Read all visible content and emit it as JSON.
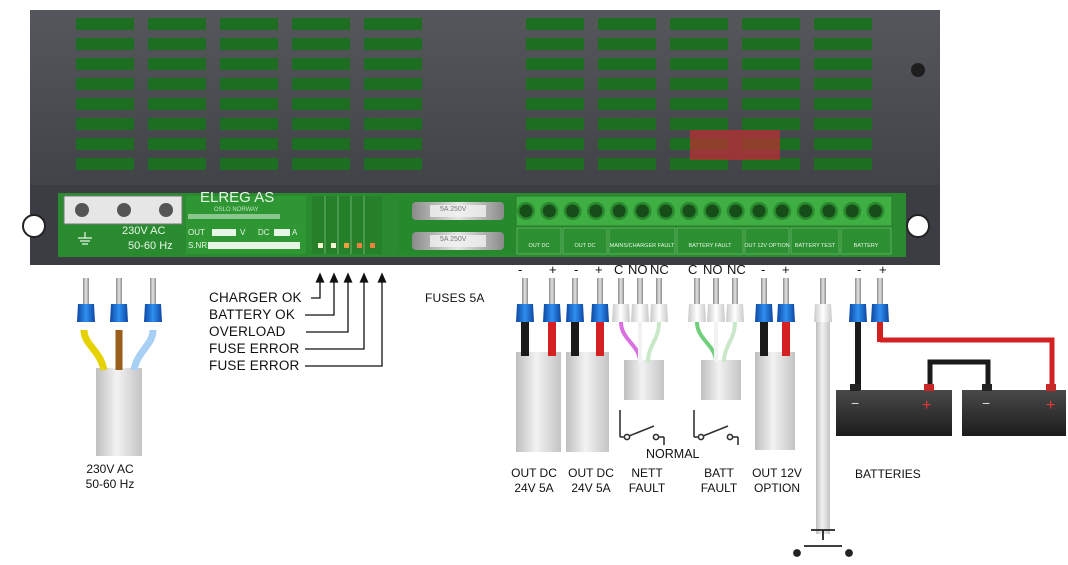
{
  "panel": {
    "brand": "ELREG AS",
    "brand_sub": "OSLO NORWAY",
    "mains_label_1": "230V AC",
    "mains_label_2": "50-60 Hz",
    "out_field": "OUT",
    "v_field": "V",
    "dc_field": "DC",
    "a_field": "A",
    "snr_field": "S.NR.",
    "fuse_text_1": "5A 250V",
    "fuse_text_2": "5A 250V",
    "terminal_labels": [
      "OUT DC",
      "OUT DC",
      "MAINS/CHARGER FAULT",
      "BATTERY FAULT",
      "OUT 12V OPTION",
      "BATTERY TEST",
      "BATTERY"
    ]
  },
  "led_legend": [
    "CHARGER OK",
    "BATTERY OK",
    "OVERLOAD",
    "FUSE ERROR",
    "FUSE ERROR"
  ],
  "fuses_label": "FUSES 5A",
  "polarity_marks": [
    "-",
    "+",
    "-",
    "+",
    "C",
    "NO",
    "NC",
    "C",
    "NO",
    "NC",
    "-",
    "+",
    "-",
    "+"
  ],
  "normal_label": "NORMAL",
  "mains_caption": [
    "230V AC",
    "50-60 Hz"
  ],
  "bottom_captions": [
    {
      "line1": "OUT DC",
      "line2": "24V 5A"
    },
    {
      "line1": "OUT DC",
      "line2": "24V 5A"
    },
    {
      "line1": "NETT",
      "line2": "FAULT"
    },
    {
      "line1": "BATT",
      "line2": "FAULT"
    },
    {
      "line1": "OUT 12V",
      "line2": "OPTION"
    }
  ],
  "batteries_label": "BATTERIES",
  "colors": {
    "housing": "#4a4c52",
    "housing_dark": "#2e3034",
    "vent_green": "#1e7a1e",
    "pcb_green": "#2c8a2c",
    "terminal_green": "#39a33c",
    "wire_red": "#d42020",
    "wire_blue": "#1565c0",
    "sleeve": "#dcdcdc"
  }
}
